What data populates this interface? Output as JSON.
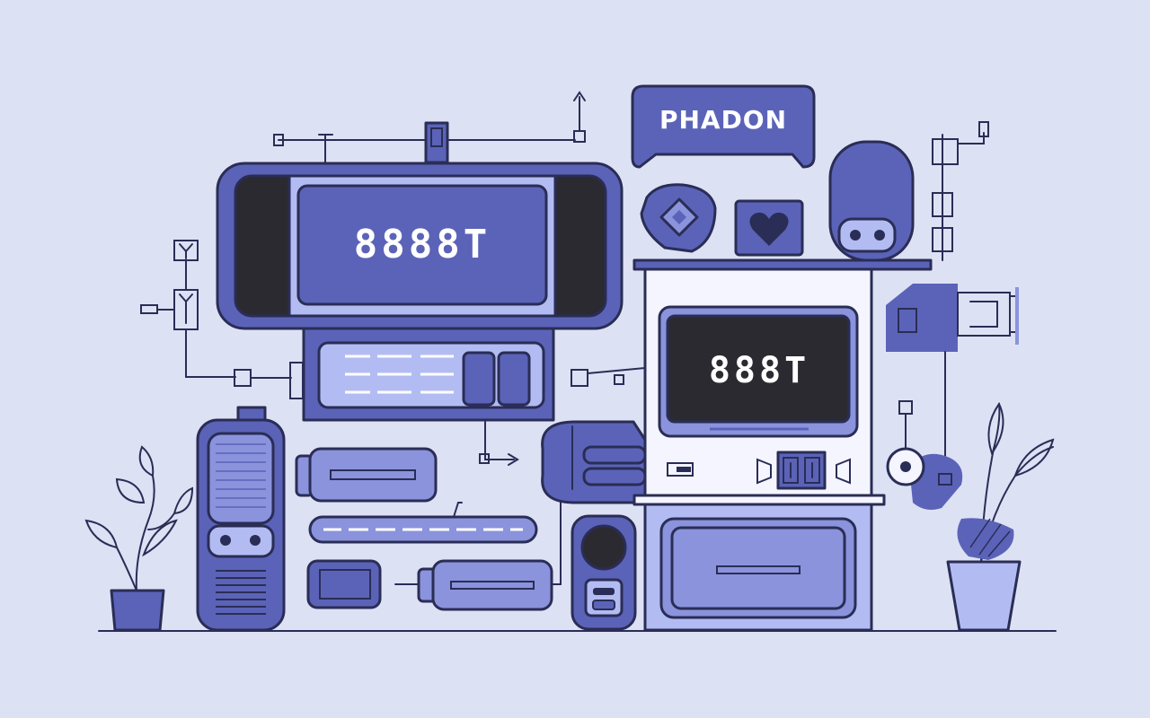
{
  "brand_label": "PHADON",
  "left_monitor_display": "8888T",
  "right_monitor_display": "888T",
  "colors": {
    "background": "#dde1f4",
    "primary": "#5b63b8",
    "light": "#8a93dc",
    "pale": "#b3bcf2",
    "ink": "#2a2d55",
    "screen_dark": "#2b2a31",
    "white": "#f4f5ff"
  },
  "icons": [
    "speech-bubble-icon",
    "diamond-icon",
    "heart-icon",
    "plant-icon",
    "speaker-icon",
    "antenna-icon"
  ]
}
